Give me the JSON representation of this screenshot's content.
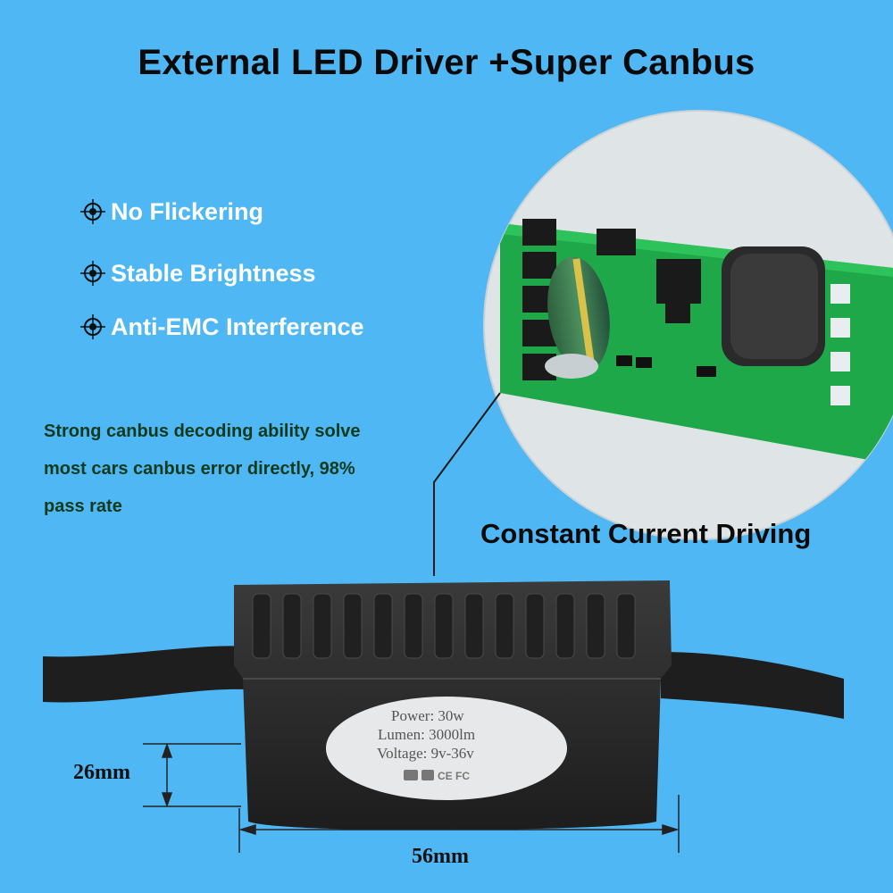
{
  "title": "External LED Driver +Super Canbus",
  "features": [
    {
      "label": "No Flickering",
      "icon": "crosshair-bullet-icon"
    },
    {
      "label": "Stable Brightness",
      "icon": "crosshair-bullet-icon"
    },
    {
      "label": "Anti-EMC Interference",
      "icon": "crosshair-bullet-icon"
    }
  ],
  "description": {
    "line1": "Strong canbus decoding ability solve",
    "line2": "most cars canbus error directly, 98%",
    "line3": "pass rate"
  },
  "circle_caption": "Constant Current  Driving",
  "product_label": {
    "power": "Power: 30w",
    "lumen": "Lumen: 3000lm",
    "voltage": "Voltage: 9v-36v"
  },
  "dimensions": {
    "height": "26mm",
    "width": "56mm"
  },
  "colors": {
    "background": "#4fb7f4",
    "pcb": "#1fa84a",
    "driver_body": "#2b2b2b"
  }
}
